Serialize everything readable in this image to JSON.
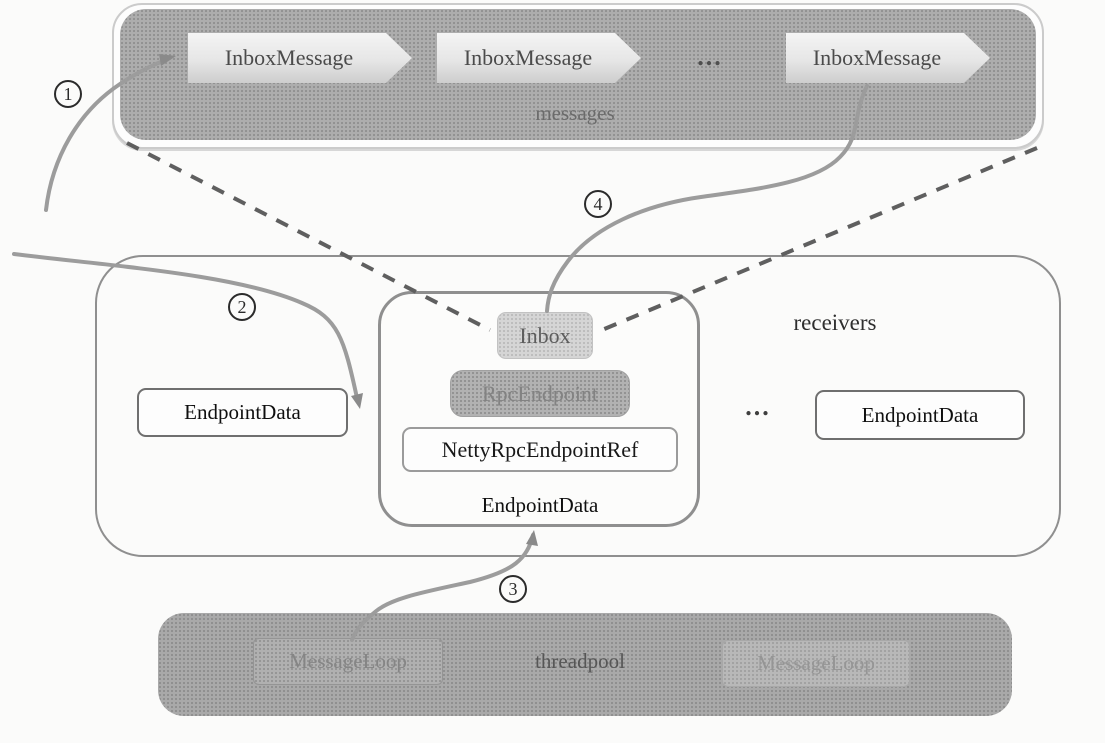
{
  "messages_panel": {
    "label": "messages",
    "queue_items": [
      "InboxMessage",
      "InboxMessage",
      "InboxMessage"
    ],
    "ellipsis": "..."
  },
  "receivers_panel": {
    "label": "receivers",
    "ellipsis": "...",
    "endpoint_left": "EndpointData",
    "endpoint_right": "EndpointData",
    "endpoint_detail": {
      "inbox": "Inbox",
      "rpc_endpoint": "RpcEndpoint",
      "netty_rpc_endpoint_ref": "NettyRpcEndpointRef",
      "caption": "EndpointData"
    }
  },
  "threadpool_panel": {
    "label": "threadpool",
    "loop_left": "MessageLoop",
    "loop_right": "MessageLoop"
  },
  "steps": {
    "s1": "1",
    "s2": "2",
    "s3": "3",
    "s4": "4"
  },
  "colors": {
    "panel_gray": "#adadad",
    "arrow_fill_light": "#e8e8e8",
    "curve_gray": "#9c9c9c",
    "dash_gray": "#5f5f5f",
    "border_gray": "#8f8f8f"
  }
}
